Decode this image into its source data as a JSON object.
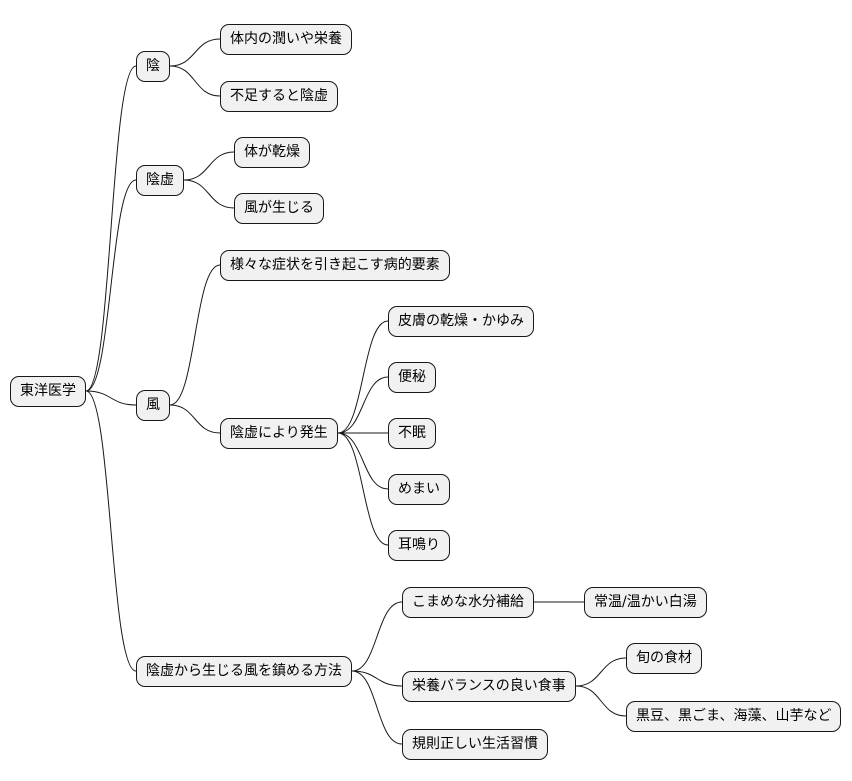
{
  "root": "東洋医学",
  "branches": {
    "yin": {
      "label": "陰",
      "children": [
        "体内の潤いや栄養",
        "不足すると陰虚"
      ]
    },
    "yin_deficiency": {
      "label": "陰虚",
      "children": [
        "体が乾燥",
        "風が生じる"
      ]
    },
    "wind": {
      "label": "風",
      "description": "様々な症状を引き起こす病的要素",
      "cause": {
        "label": "陰虚により発生",
        "symptoms": [
          "皮膚の乾燥・かゆみ",
          "便秘",
          "不眠",
          "めまい",
          "耳鳴り"
        ]
      }
    },
    "methods": {
      "label": "陰虚から生じる風を鎮める方法",
      "hydration": {
        "label": "こまめな水分補給",
        "detail": "常温/温かい白湯"
      },
      "nutrition": {
        "label": "栄養バランスの良い食事",
        "details": [
          "旬の食材",
          "黒豆、黒ごま、海藻、山芋など"
        ]
      },
      "lifestyle": "規則正しい生活習慣"
    }
  },
  "colors": {
    "node_fill": "#f1f1f1",
    "node_border": "#181818",
    "line": "#181818",
    "background": "#ffffff"
  }
}
